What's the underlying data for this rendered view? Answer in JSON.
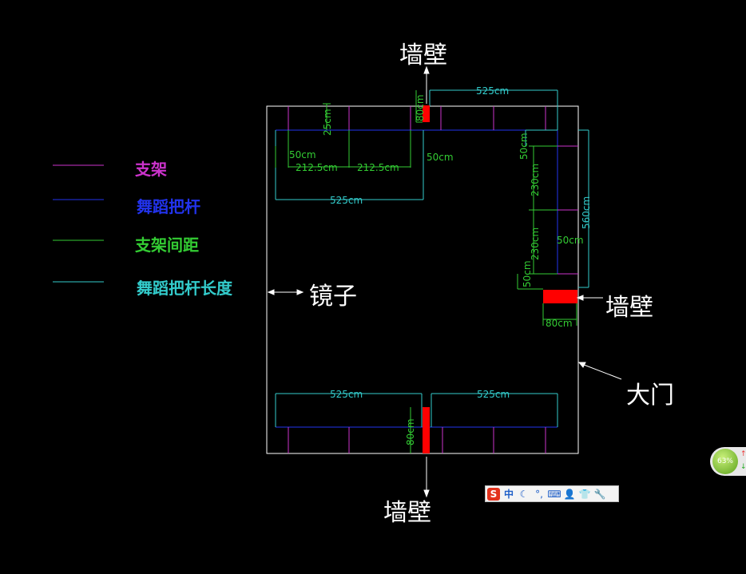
{
  "legend": {
    "items": [
      {
        "label": "支架",
        "color": "#cc33cc",
        "line_color": "#cc33cc"
      },
      {
        "label": "舞蹈把杆",
        "color": "#2233ee",
        "line_color": "#2233ee"
      },
      {
        "label": "支架间距",
        "color": "#33cc33",
        "line_color": "#33cc33"
      },
      {
        "label": "舞蹈把杆长度",
        "color": "#33cccc",
        "line_color": "#33cccc"
      }
    ]
  },
  "callouts": {
    "wall_top": "墙壁",
    "wall_right": "墙壁",
    "wall_bottom": "墙壁",
    "mirror": "镜子",
    "door": "大门"
  },
  "dimensions": {
    "top_bar_length": "525cm",
    "top_wall_width": "80cm",
    "top_support_depth": "25cm",
    "left_first_gap": "50cm",
    "left_span_1": "212.5cm",
    "left_span_2": "212.5cm",
    "left_end_gap": "50cm",
    "left_bar_length": "525cm",
    "right_top_gap": "50cm",
    "right_span_1": "230cm",
    "right_bar_length": "560cm",
    "right_mid_gap": "50cm",
    "right_span_2": "230cm",
    "right_end_gap": "50cm",
    "right_wall_width": "80cm",
    "bottom_left_length": "525cm",
    "bottom_right_length": "525cm",
    "bottom_wall_width": "80cm"
  },
  "colors": {
    "background": "#000000",
    "room_outline": "#ffffff",
    "support": "#cc33cc",
    "barre": "#2233ee",
    "spacing": "#33cc33",
    "length": "#33cccc",
    "wall_block": "#ff0000"
  },
  "ime_toolbar": {
    "icons": [
      "sogou-logo-icon",
      "chinese-mode-icon",
      "moon-icon",
      "punctuation-icon",
      "keyboard-icon",
      "user-icon",
      "skin-icon",
      "wrench-icon"
    ],
    "mode_label": "中"
  },
  "speed_widget": {
    "percent": "63%"
  }
}
